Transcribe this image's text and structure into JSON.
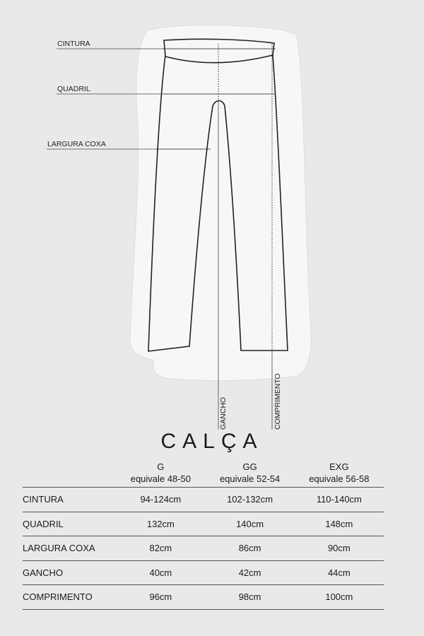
{
  "diagram": {
    "labels": {
      "cintura": "CINTURA",
      "quadril": "QUADRIL",
      "largura_coxa": "LARGURA COXA",
      "gancho": "GANCHO",
      "comprimento": "COMPRIMENTO"
    }
  },
  "title": "CALÇA",
  "table": {
    "columns": [
      {
        "size": "G",
        "equiv": "equivale 48-50"
      },
      {
        "size": "GG",
        "equiv": "equivale 52-54"
      },
      {
        "size": "EXG",
        "equiv": "equivale 56-58"
      }
    ],
    "rows": [
      {
        "label": "CINTURA",
        "values": [
          "94-124cm",
          "102-132cm",
          "110-140cm"
        ]
      },
      {
        "label": "QUADRIL",
        "values": [
          "132cm",
          "140cm",
          "148cm"
        ]
      },
      {
        "label": "LARGURA COXA",
        "values": [
          "82cm",
          "86cm",
          "90cm"
        ]
      },
      {
        "label": "GANCHO",
        "values": [
          "40cm",
          "42cm",
          "44cm"
        ]
      },
      {
        "label": "COMPRIMENTO",
        "values": [
          "96cm",
          "98cm",
          "100cm"
        ]
      }
    ]
  }
}
